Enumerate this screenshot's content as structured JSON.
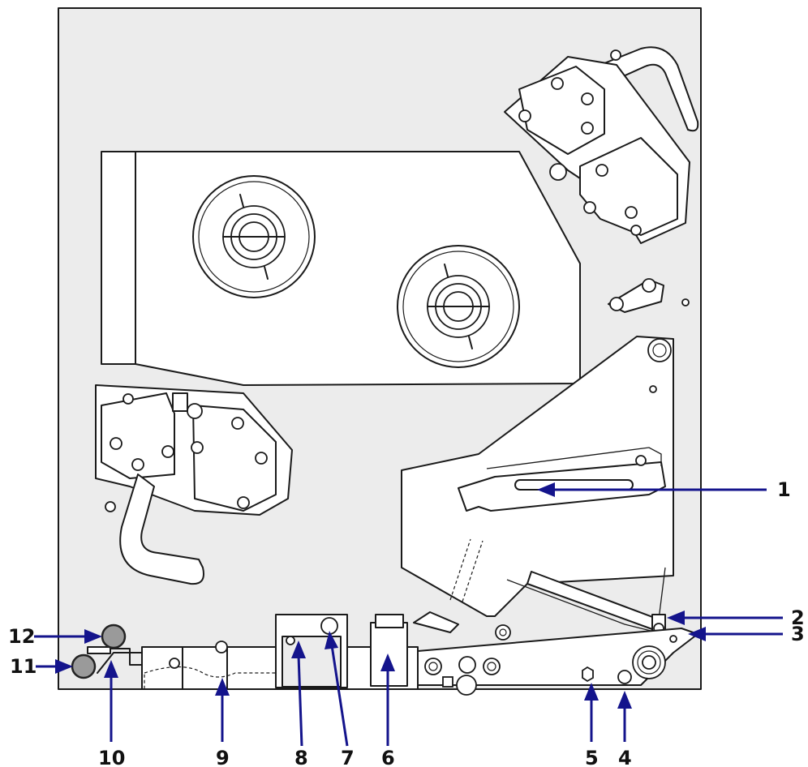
{
  "callouts": [
    {
      "label": "1"
    },
    {
      "label": "2"
    },
    {
      "label": "3"
    },
    {
      "label": "4"
    },
    {
      "label": "5"
    },
    {
      "label": "6"
    },
    {
      "label": "7"
    },
    {
      "label": "8"
    },
    {
      "label": "9"
    },
    {
      "label": "10"
    },
    {
      "label": "11"
    },
    {
      "label": "12"
    }
  ],
  "colors": {
    "callout": "#14148c",
    "line": "#1a1a1a",
    "panel": "#ececec",
    "roller": "#9a9a9a"
  }
}
